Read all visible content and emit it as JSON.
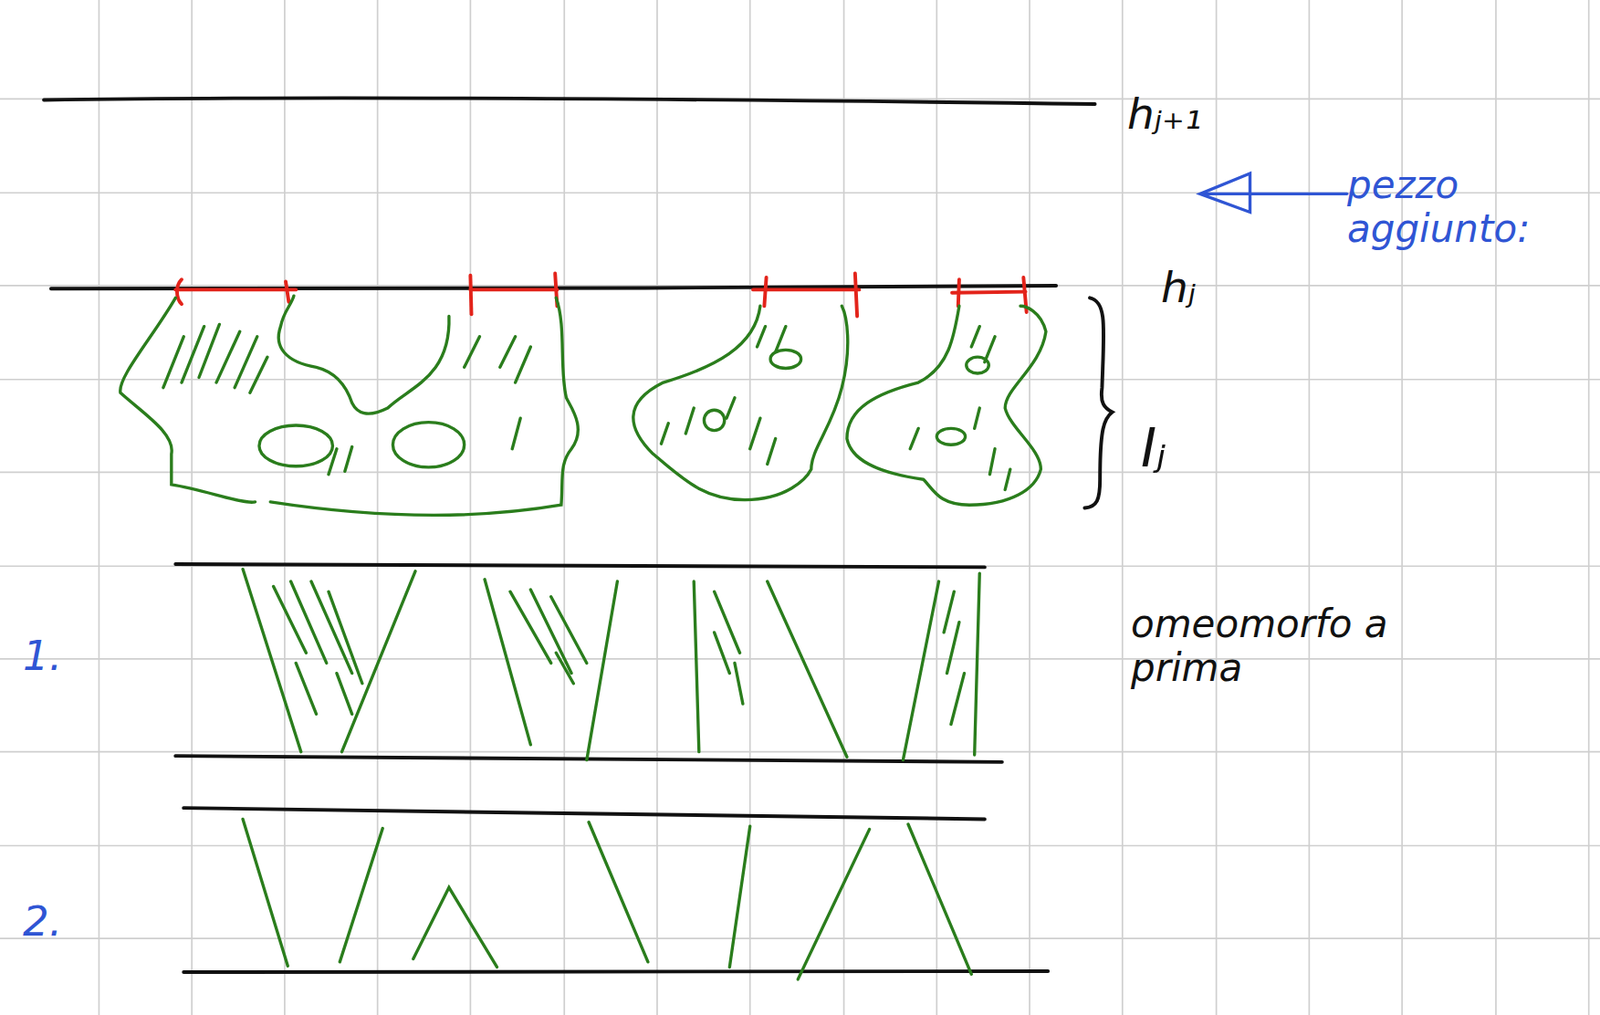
{
  "diagram": {
    "labels": [
      "hⱼ₊₁",
      "pezzo aggiunto:",
      "hⱼ",
      "Iⱼ",
      "omeomorfo a prima",
      "1.",
      "2."
    ]
  }
}
